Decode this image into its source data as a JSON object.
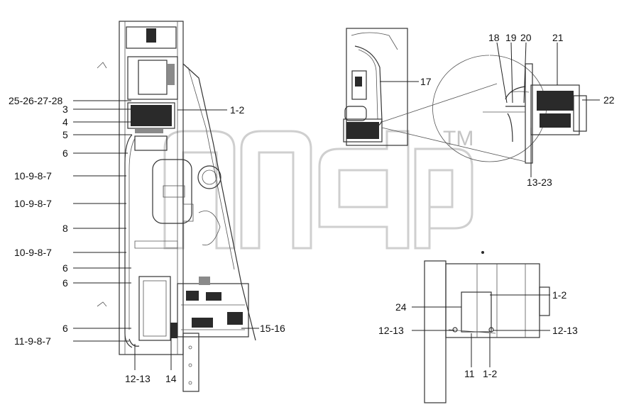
{
  "watermark": {
    "trademark": "TM"
  },
  "labels": {
    "l25_28": "25-26-27-28",
    "l3": "3",
    "l4": "4",
    "l5": "5",
    "l6a": "6",
    "l10a": "10-9-8-7",
    "l10b": "10-9-8-7",
    "l8": "8",
    "l10c": "10-9-8-7",
    "l6b": "6",
    "l6c": "6",
    "l6d": "6",
    "l11": "11-9-8-7",
    "l12a": "12-13",
    "l14": "14",
    "l15": "15-16",
    "l1a": "1-2",
    "l17": "17",
    "l18": "18",
    "l19": "19",
    "l20": "20",
    "l21": "21",
    "l22": "22",
    "l1323": "13-23",
    "l24": "24",
    "l1b": "1-2",
    "l12b": "12-13",
    "l12c": "12-13",
    "l11b": "11",
    "l1c": "1-2"
  }
}
